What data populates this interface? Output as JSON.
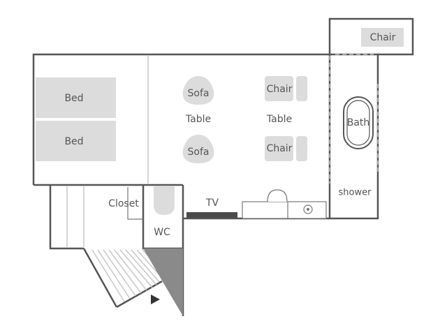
{
  "labels": {
    "bed_top": "Bed",
    "bed_bottom": "Bed",
    "sofa_top": "Sofa",
    "table_left": "Table",
    "sofa_bottom": "Sofa",
    "chair_mid_top": "Chair",
    "table_right": "Table",
    "chair_mid_bottom": "Chair",
    "chair_balcony": "Chair",
    "bath": "Bath",
    "shower": "shower",
    "closet": "Closet",
    "wc": "WC",
    "tv": "TV"
  },
  "colors": {
    "wall": "#555555",
    "furniture": "#dcdcdc",
    "text": "#555555",
    "shaded": "#8a8a8a",
    "tv_bar": "#4a4a4a"
  }
}
